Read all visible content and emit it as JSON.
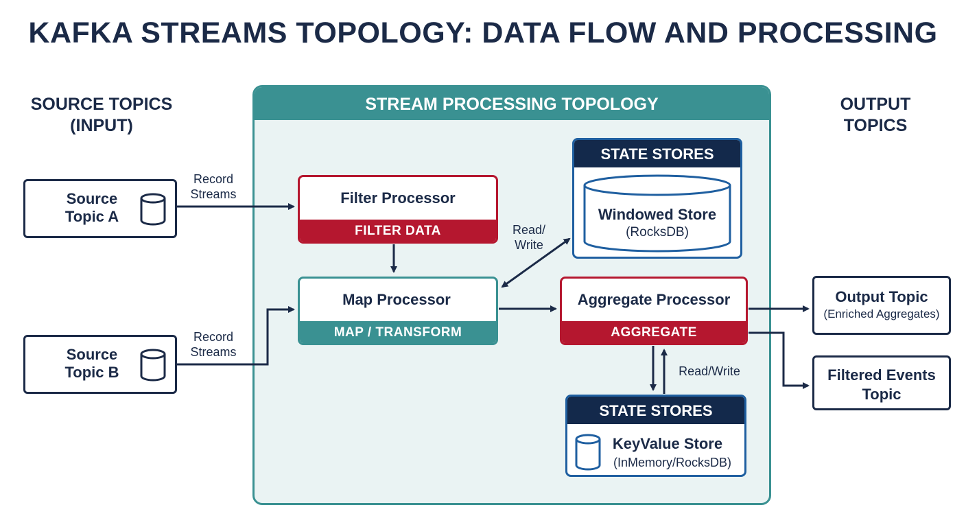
{
  "title": "KAFKA STREAMS TOPOLOGY: DATA FLOW AND PROCESSING",
  "left_heading": {
    "line1": "SOURCE TOPICS",
    "line2": "(INPUT)"
  },
  "right_heading": {
    "line1": "OUTPUT",
    "line2": "TOPICS"
  },
  "panel_title": "STREAM PROCESSING TOPOLOGY",
  "sources": [
    {
      "line1": "Source",
      "line2": "Topic A"
    },
    {
      "line1": "Source",
      "line2": "Topic B"
    }
  ],
  "edge_labels": {
    "record_streams_a": {
      "line1": "Record",
      "line2": "Streams"
    },
    "record_streams_b": {
      "line1": "Record",
      "line2": "Streams"
    },
    "read_write_window": {
      "line1": "Read/",
      "line2": "Write"
    },
    "read_write_kv": "Read/Write"
  },
  "processors": {
    "filter": {
      "name": "Filter Processor",
      "band": "FILTER DATA"
    },
    "map": {
      "name": "Map Processor",
      "band": "MAP / TRANSFORM"
    },
    "aggregate": {
      "name": "Aggregate Processor",
      "band": "AGGREGATE"
    }
  },
  "state_stores": {
    "windowed": {
      "header": "STATE STORES",
      "name": "Windowed Store",
      "engine": "(RocksDB)"
    },
    "keyvalue": {
      "header": "STATE STORES",
      "name": "KeyValue Store",
      "engine": "(InMemory/RocksDB)"
    }
  },
  "outputs": [
    {
      "line1": "Output Topic",
      "line2": "(Enriched Aggregates)"
    },
    {
      "line1": "Filtered Events",
      "line2": "Topic"
    }
  ],
  "colors": {
    "navy": "#1b2a47",
    "teal": "#3a9192",
    "crimson": "#b5172f",
    "store_blue": "#1f5fa0",
    "panel_bg": "#eaf3f3"
  },
  "icons": [
    "database-cylinder-icon"
  ]
}
